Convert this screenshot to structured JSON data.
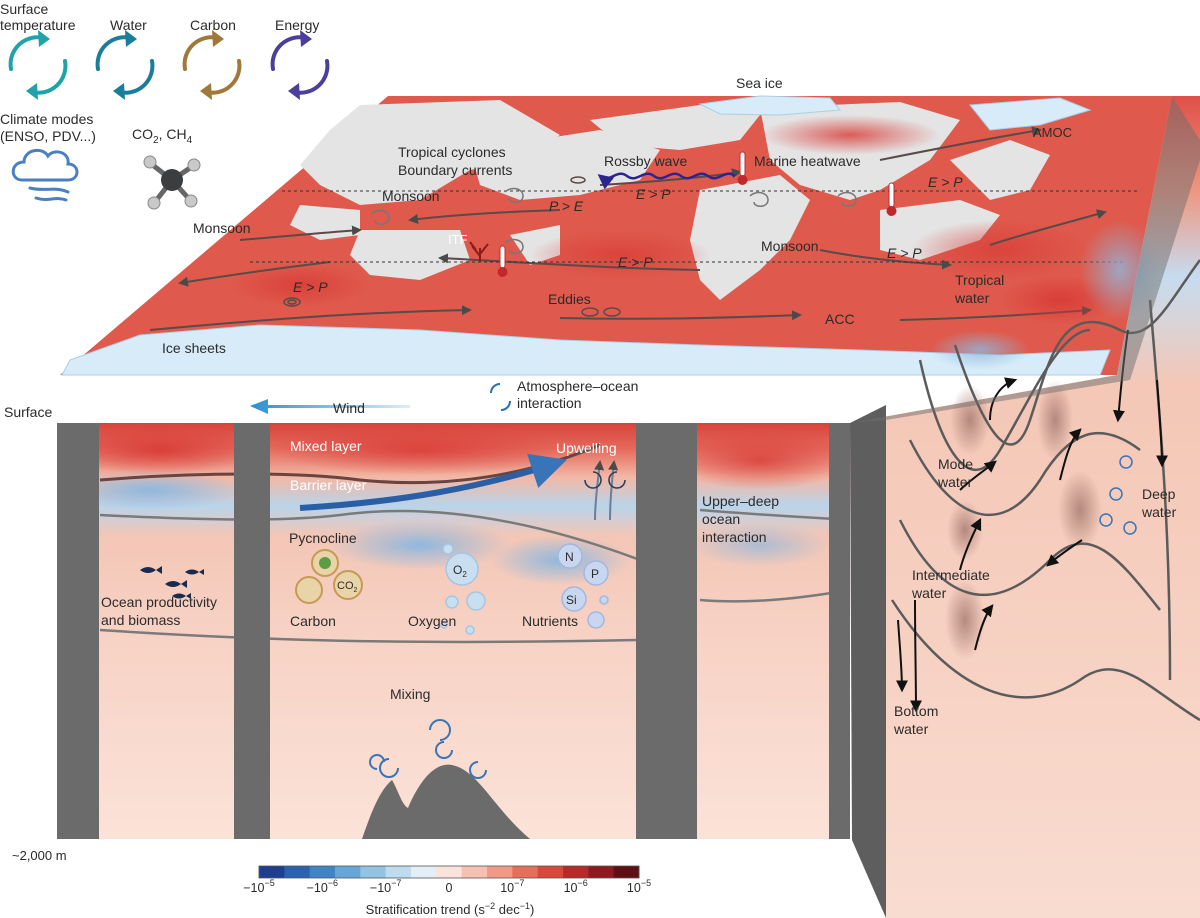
{
  "legend": {
    "cycles": [
      {
        "label_line1": "Surface",
        "label_line2": "temperature",
        "color": "#1fa2a8",
        "icon": "surface-temperature-cycle-icon"
      },
      {
        "label_line1": "Water",
        "label_line2": "",
        "color": "#1a7e9b",
        "icon": "water-cycle-icon"
      },
      {
        "label_line1": "Carbon",
        "label_line2": "",
        "color": "#a0793a",
        "icon": "carbon-cycle-icon"
      },
      {
        "label_line1": "Energy",
        "label_line2": "",
        "color": "#4a3f9a",
        "icon": "energy-cycle-icon"
      }
    ],
    "climate_modes_line1": "Climate modes",
    "climate_modes_line2": "(ENSO, PDV...)",
    "gas_prefix": "CO",
    "gas_sub1": "2",
    "gas_mid": ", CH",
    "gas_sub2": "4"
  },
  "surface_labels": {
    "sea_ice": "Sea ice",
    "amoc": "AMOC",
    "tropical_cyclones": "Tropical cyclones",
    "boundary_currents": "Boundary currents",
    "rossby_wave": "Rossby wave",
    "marine_heatwave": "Marine heatwave",
    "monsoon_west": "Monsoon",
    "monsoon_left": "Monsoon",
    "monsoon_east": "Monsoon",
    "itf": "ITF",
    "p_gt_e": "P > E",
    "e_gt_p_1": "E > P",
    "e_gt_p_2": "E > P",
    "e_gt_p_3": "E > P",
    "e_gt_p_4": "E > P",
    "e_gt_p_5": "E > P",
    "eddies": "Eddies",
    "acc": "ACC",
    "ice_sheets": "Ice sheets"
  },
  "front_labels": {
    "surface": "Surface",
    "wind": "Wind",
    "atm_ocean_line1": "Atmosphere–ocean",
    "atm_ocean_line2": "interaction",
    "mixed_layer": "Mixed layer",
    "barrier_layer": "Barrier layer",
    "upwelling": "Upwelling",
    "pycnocline": "Pycnocline",
    "upper_deep_line1": "Upper–deep",
    "upper_deep_line2": "ocean",
    "upper_deep_line3": "interaction",
    "productivity_line1": "Ocean productivity",
    "productivity_line2": "and biomass",
    "carbon": "Carbon",
    "oxygen": "Oxygen",
    "nutrients": "Nutrients",
    "o2_prefix": "O",
    "o2_sub": "2",
    "co2_prefix": "CO",
    "co2_sub": "2",
    "n": "N",
    "p": "P",
    "si": "Si",
    "mixing": "Mixing",
    "depth": "~2,000 m"
  },
  "side_labels": {
    "tropical_water_line1": "Tropical",
    "tropical_water_line2": "water",
    "mode_water_line1": "Mode",
    "mode_water_line2": "water",
    "intermediate_water_line1": "Intermediate",
    "intermediate_water_line2": "water",
    "deep_water_line1": "Deep",
    "deep_water_line2": "water",
    "bottom_water_line1": "Bottom",
    "bottom_water_line2": "water"
  },
  "colorbar": {
    "colors": [
      "#1f3e8f",
      "#2a62b0",
      "#3f85c6",
      "#66a6d6",
      "#93c3e3",
      "#bfdcee",
      "#e3eef6",
      "#fbe3dc",
      "#f6c1b2",
      "#f09a86",
      "#e66f5b",
      "#d8493c",
      "#b72a2a",
      "#8e1a20",
      "#5e0f16"
    ],
    "ticks": [
      {
        "base": "−10",
        "exp": "−5"
      },
      {
        "base": "−10",
        "exp": "−6"
      },
      {
        "base": "−10",
        "exp": "−7"
      },
      {
        "base": "0",
        "exp": ""
      },
      {
        "base": "10",
        "exp": "−7"
      },
      {
        "base": "10",
        "exp": "−6"
      },
      {
        "base": "10",
        "exp": "−5"
      }
    ],
    "title_prefix": "Stratification trend (s",
    "title_exp1": "−2",
    "title_mid": " dec",
    "title_exp2": "−1",
    "title_suffix": ")"
  }
}
